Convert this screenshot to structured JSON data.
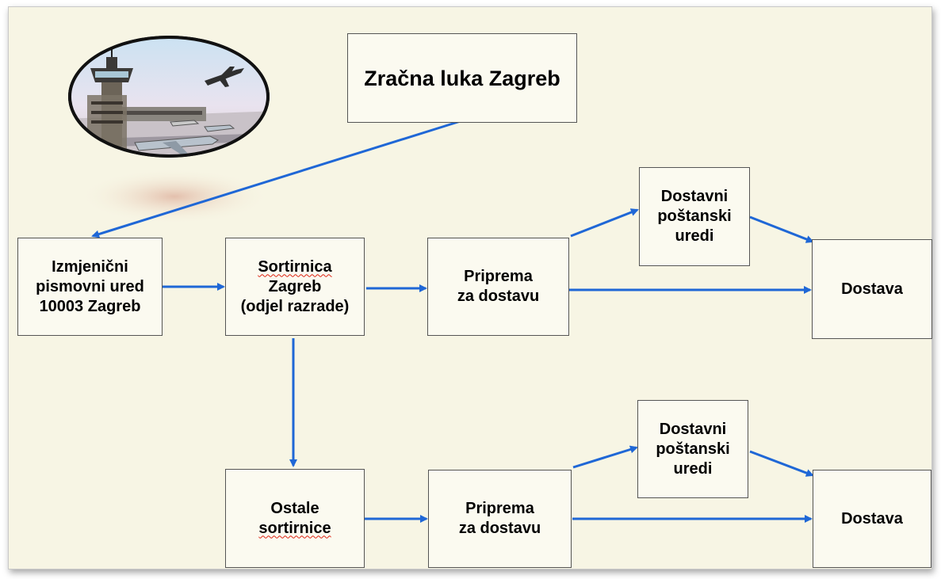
{
  "diagram": {
    "airport_logo": "airport-clipart",
    "colors": {
      "arrow": "#1f67d6",
      "background": "#f7f5e4",
      "box_border": "#555555"
    },
    "nodes": {
      "airport": "Zračna luka Zagreb",
      "exchange_office": "Izmjenični\npismovni ured\n10003 Zagreb",
      "sorting_center_line1": "Sortirnica",
      "sorting_center_rest": "Zagreb\n(odjel razrade)",
      "prep_top": "Priprema\nza dostavu",
      "post_offices_top": "Dostavni\npoštanski\nuredi",
      "delivery_top": "Dostava",
      "other_sorting_line1": "Ostale",
      "other_sorting_line2": "sortirnice",
      "prep_bottom": "Priprema\nza dostavu",
      "post_offices_bottom": "Dostavni\npoštanski\nuredi",
      "delivery_bottom": "Dostava"
    }
  }
}
